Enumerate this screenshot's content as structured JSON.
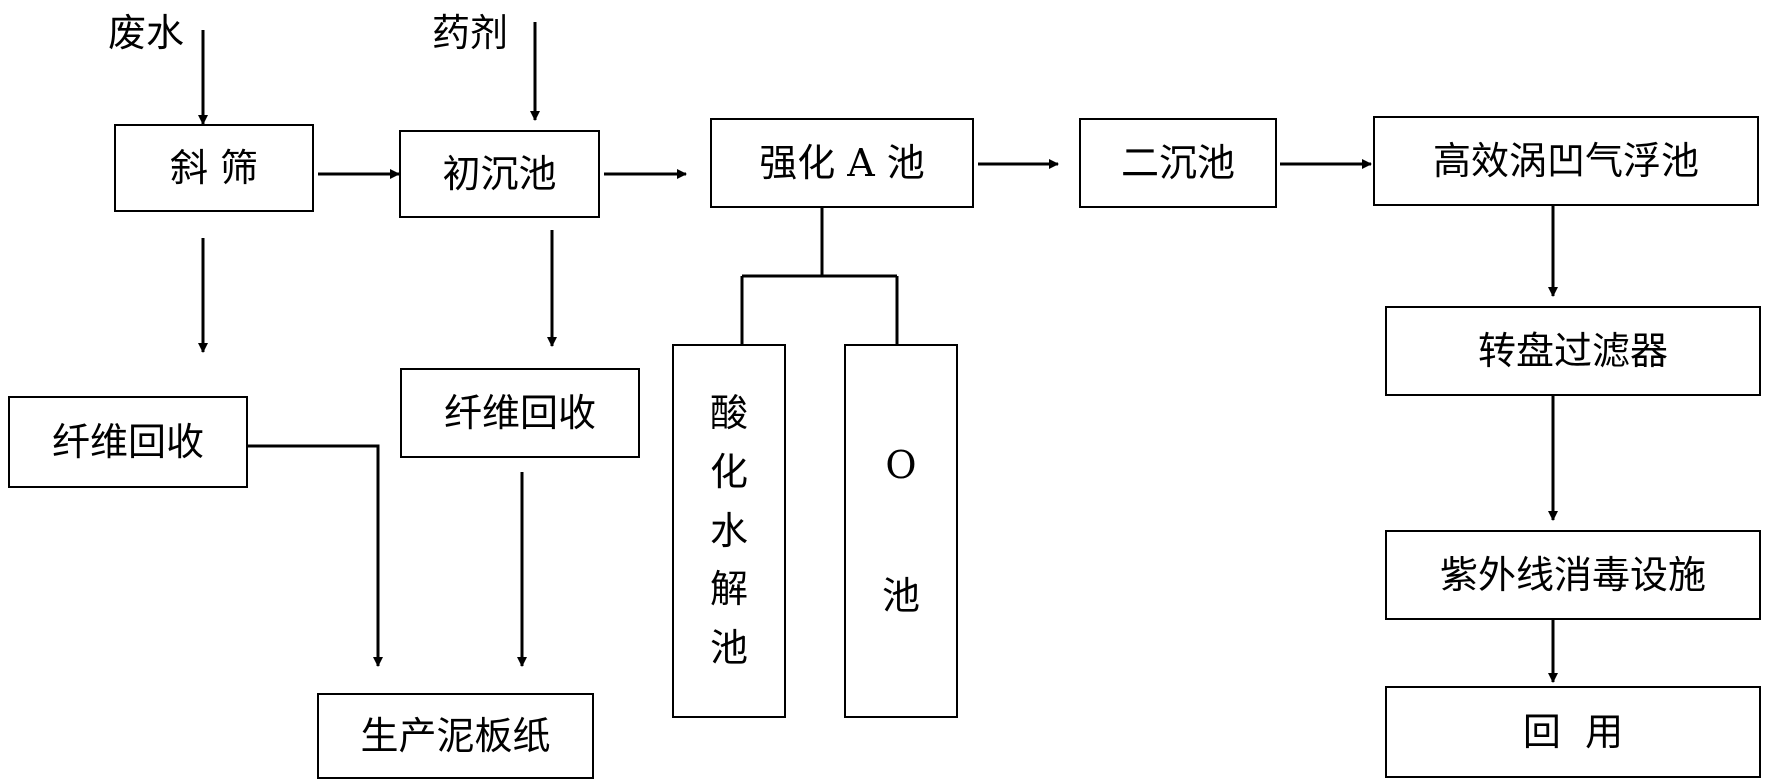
{
  "inputs": {
    "wastewater": "废水",
    "chemicals": "药剂"
  },
  "boxes": {
    "inclined_screen": "斜 筛",
    "primary_clarifier": "初沉池",
    "enhanced_a_tank": "强化 A 池",
    "secondary_clarifier": "二沉池",
    "cavitation_air_flotation": "高效涡凹气浮池",
    "fiber_recovery_1": "纤维回收",
    "fiber_recovery_2": "纤维回收",
    "acidification_hydrolysis_chars": [
      "酸",
      "化",
      "水",
      "解",
      "池"
    ],
    "o_tank_chars": [
      "O",
      "池"
    ],
    "mud_board_paper": "生产泥板纸",
    "disc_filter": "转盘过滤器",
    "uv_disinfection": "紫外线消毒设施",
    "reuse": "回  用"
  }
}
